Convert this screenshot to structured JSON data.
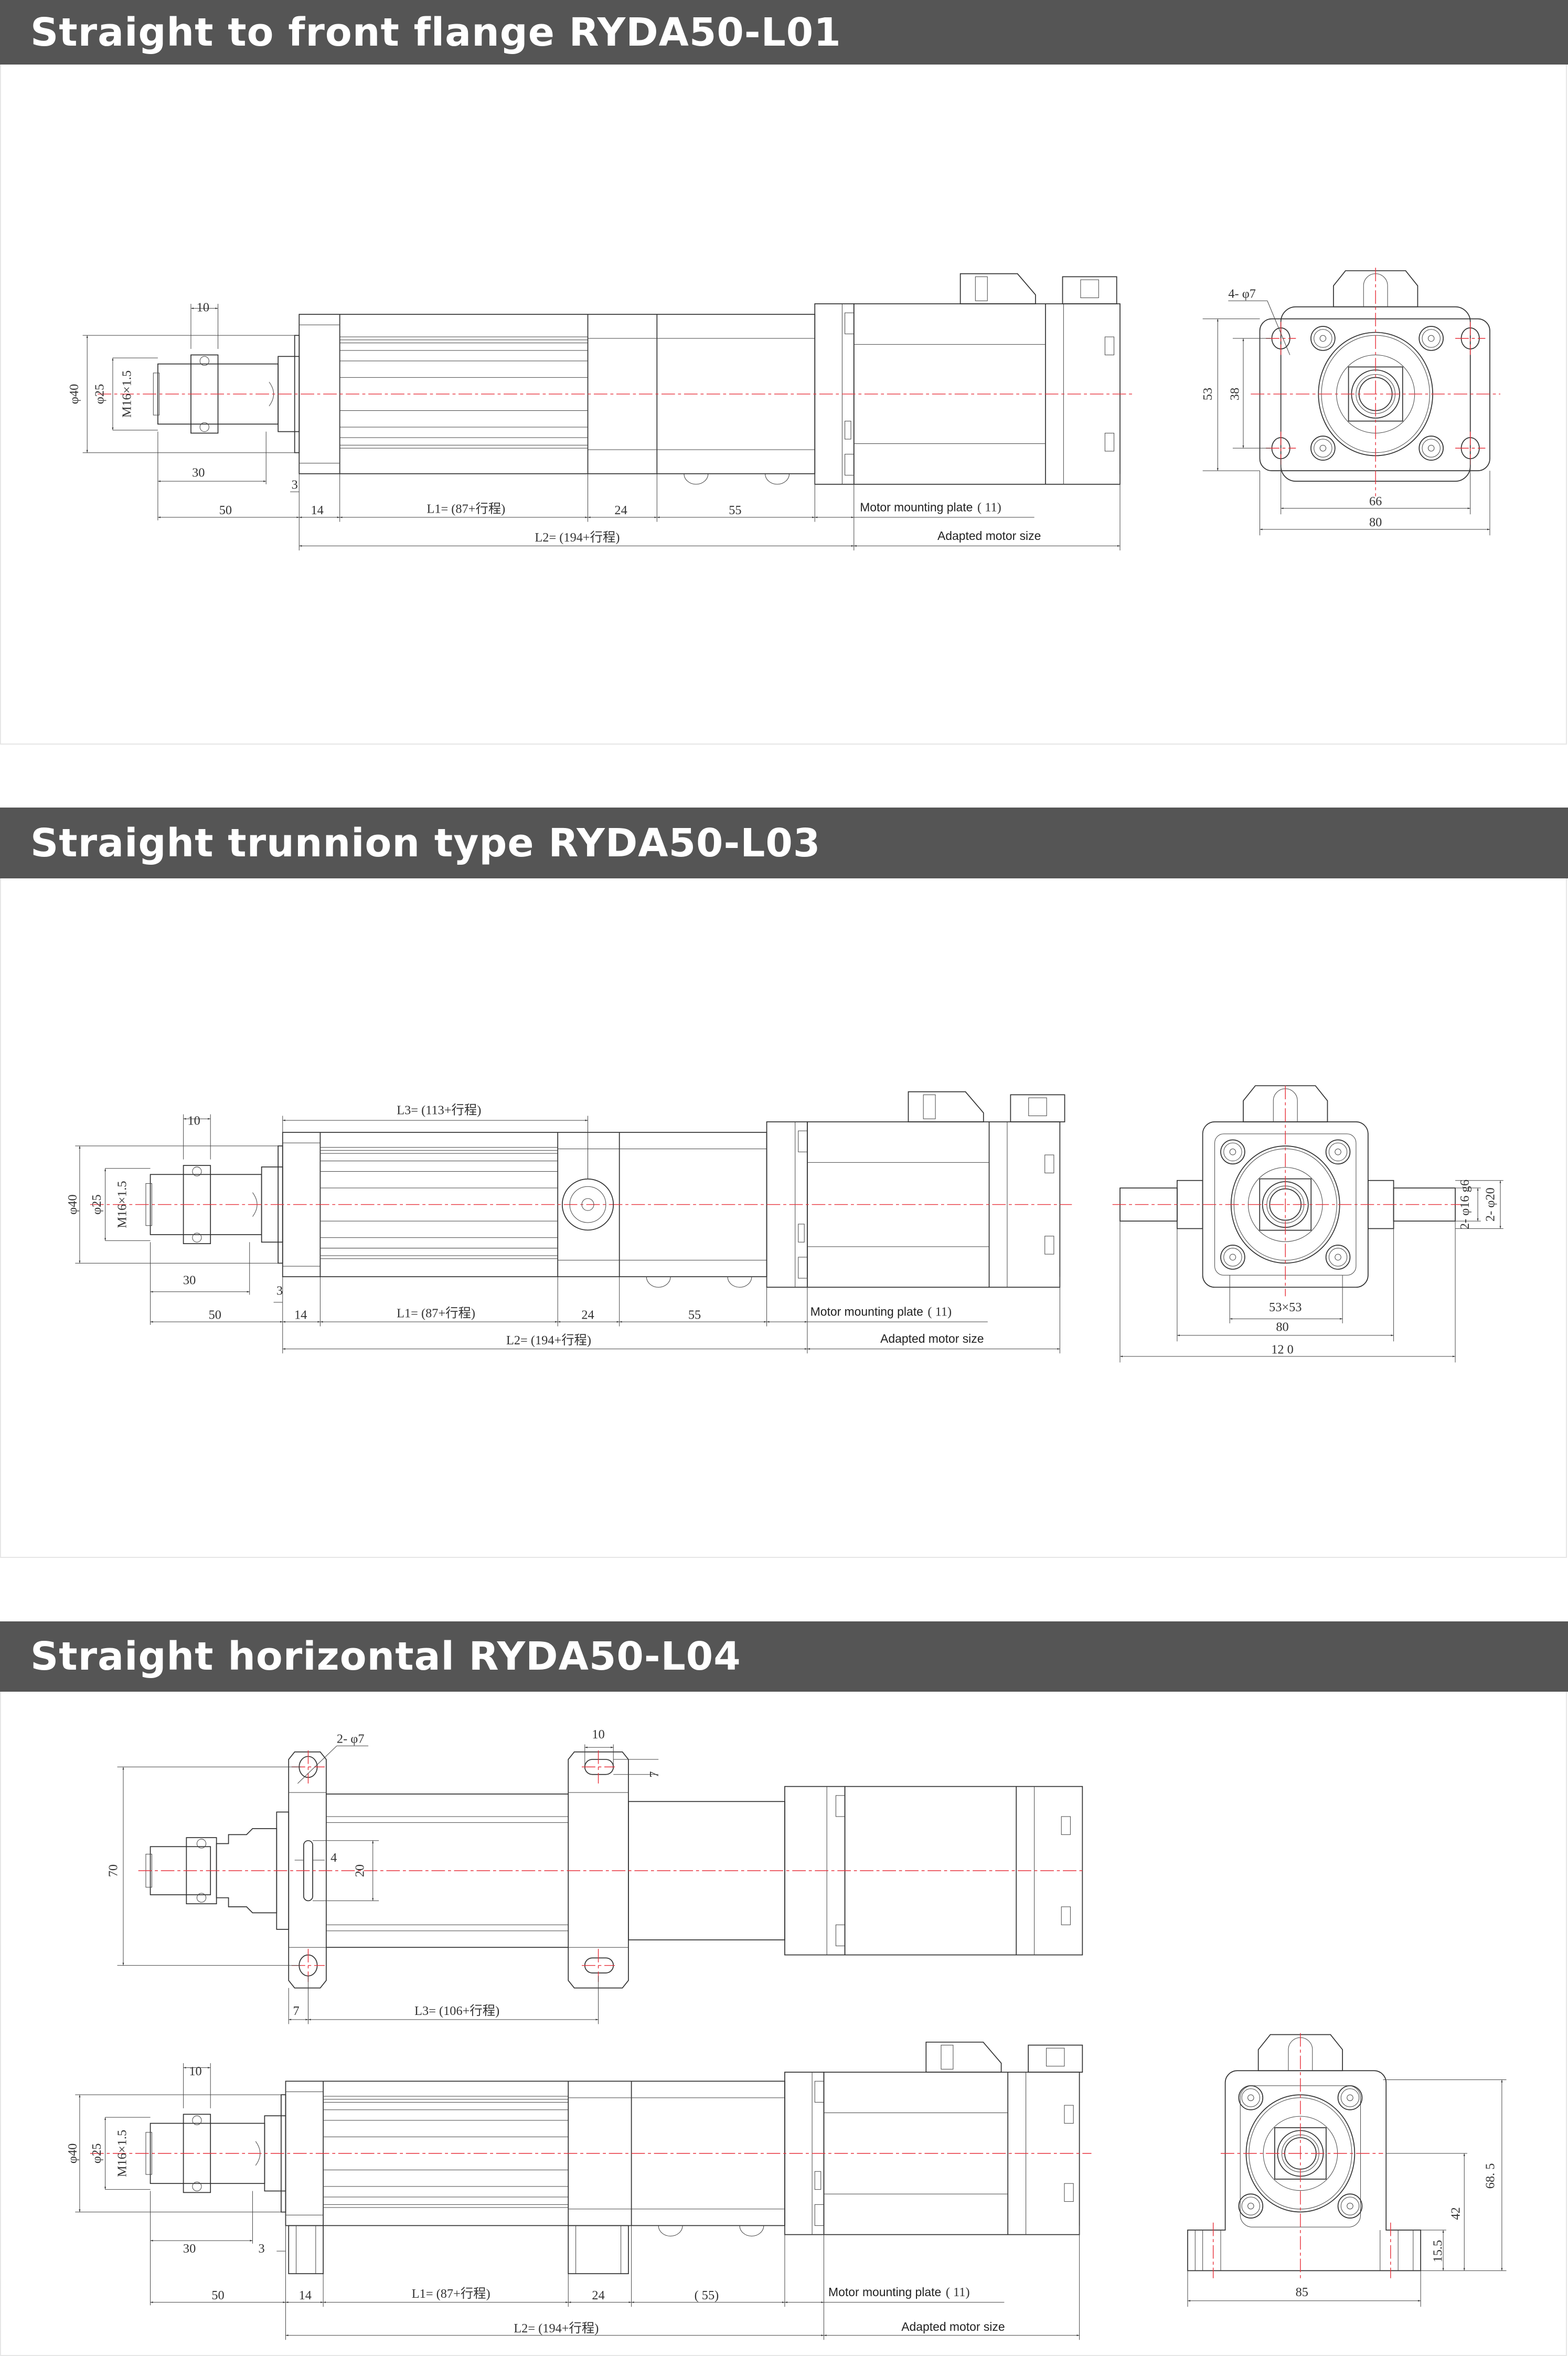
{
  "sections": [
    {
      "title": "Straight to front flange RYDA50-L01",
      "side": {
        "d10": "10",
        "phi40": "φ40",
        "phi25": "φ25",
        "thread": "M16×1.5",
        "d30": "30",
        "d3": "3",
        "d50": "50",
        "d14": "14",
        "l1": "L1= (87+行程)",
        "d24": "24",
        "d55": "55",
        "motor_plate": "Motor mounting plate",
        "motor_plate_value": "( 11)",
        "l2": "L2= (194+行程)",
        "motor_size": "Adapted motor size"
      },
      "end": {
        "holes": "4- φ7",
        "d53": "53",
        "d38": "38",
        "d66": "66",
        "d80": "80"
      }
    },
    {
      "title": "Straight trunnion type RYDA50-L03",
      "side": {
        "l3": "L3= (113+行程)",
        "d10": "10",
        "phi40": "φ40",
        "phi25": "φ25",
        "thread": "M16×1.5",
        "d30": "30",
        "d3": "3",
        "d50": "50",
        "d14": "14",
        "l1": "L1= (87+行程)",
        "d24": "24",
        "d55": "55",
        "motor_plate": "Motor mounting plate",
        "motor_plate_value": "( 11)",
        "l2": "L2= (194+行程)",
        "motor_size": "Adapted motor size"
      },
      "end": {
        "d53x53": "53×53",
        "d80": "80",
        "d120": "12 0",
        "phi16": "2- φ16 g6",
        "phi20": "2- φ20"
      }
    },
    {
      "title": "Straight horizontal RYDA50-L04",
      "top": {
        "holes": "2- φ7",
        "d10": "10",
        "d7a": "7",
        "d70": "70",
        "d4": "4",
        "d20": "20",
        "d7b": "7",
        "l3": "L3= (106+行程)"
      },
      "side": {
        "d10": "10",
        "phi40": "φ40",
        "phi25": "φ25",
        "thread": "M16×1.5",
        "d30": "30",
        "d3": "3",
        "d50": "50",
        "d14": "14",
        "l1": "L1= (87+行程)",
        "d24": "24",
        "d55": "( 55)",
        "motor_plate": "Motor mounting plate",
        "motor_plate_value": "( 11)",
        "l2": "L2= (194+行程)",
        "motor_size": "Adapted motor size"
      },
      "end": {
        "d85": "85",
        "d15_5": "15.5",
        "d42": "42",
        "d68_5": "68. 5"
      }
    }
  ],
  "colors": {
    "header_bg": "#555555",
    "header_text": "#ffffff",
    "centerline": "#e8323c",
    "line": "#333333"
  }
}
